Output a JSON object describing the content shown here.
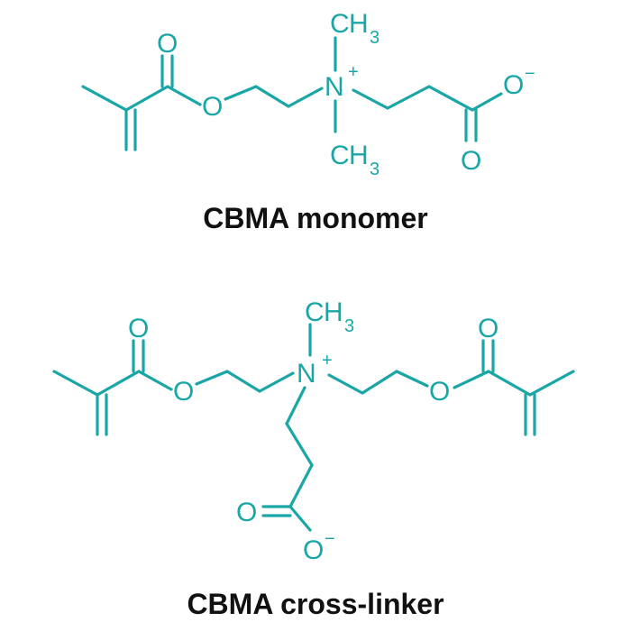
{
  "colors": {
    "structure": "#1aa6a6",
    "caption": "#111111",
    "background": "#ffffff"
  },
  "atoms": {
    "oxygen": "O",
    "nitrogen": "N",
    "carbon": "C",
    "hydrogen": "H",
    "sub3": "3",
    "plus": "+",
    "minus": "−"
  },
  "structures": [
    {
      "caption": "CBMA monomer"
    },
    {
      "caption": "CBMA cross-linker"
    }
  ]
}
